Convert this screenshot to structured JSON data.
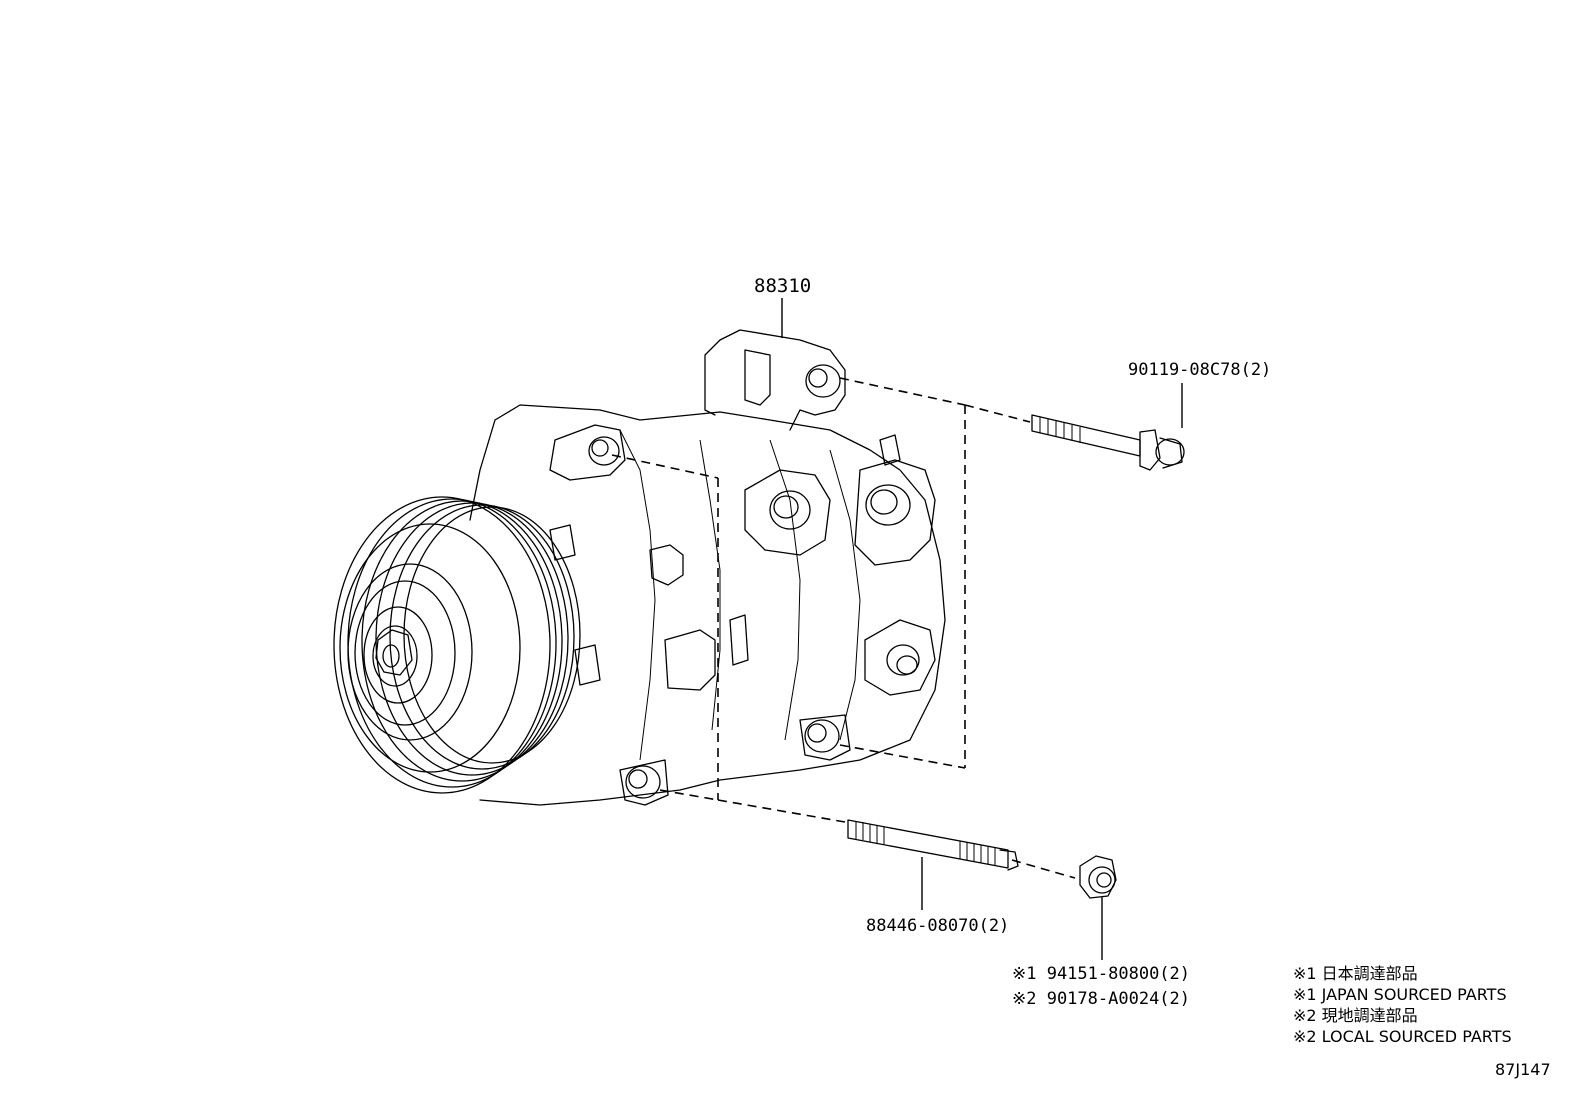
{
  "parts": {
    "compressor": "88310",
    "bolt_upper": "90119-08C78(2)",
    "stud_bolt": "88446-08070(2)",
    "nut_japan": "※1 94151-80800(2)",
    "nut_local": "※2 90178-A0024(2)"
  },
  "legend": {
    "line1": "※1 日本調達部品",
    "line2": "※1 JAPAN SOURCED PARTS",
    "line3": "※2 現地調達部品",
    "line4": "※2 LOCAL SOURCED PARTS"
  },
  "illustration_code": "87J147"
}
